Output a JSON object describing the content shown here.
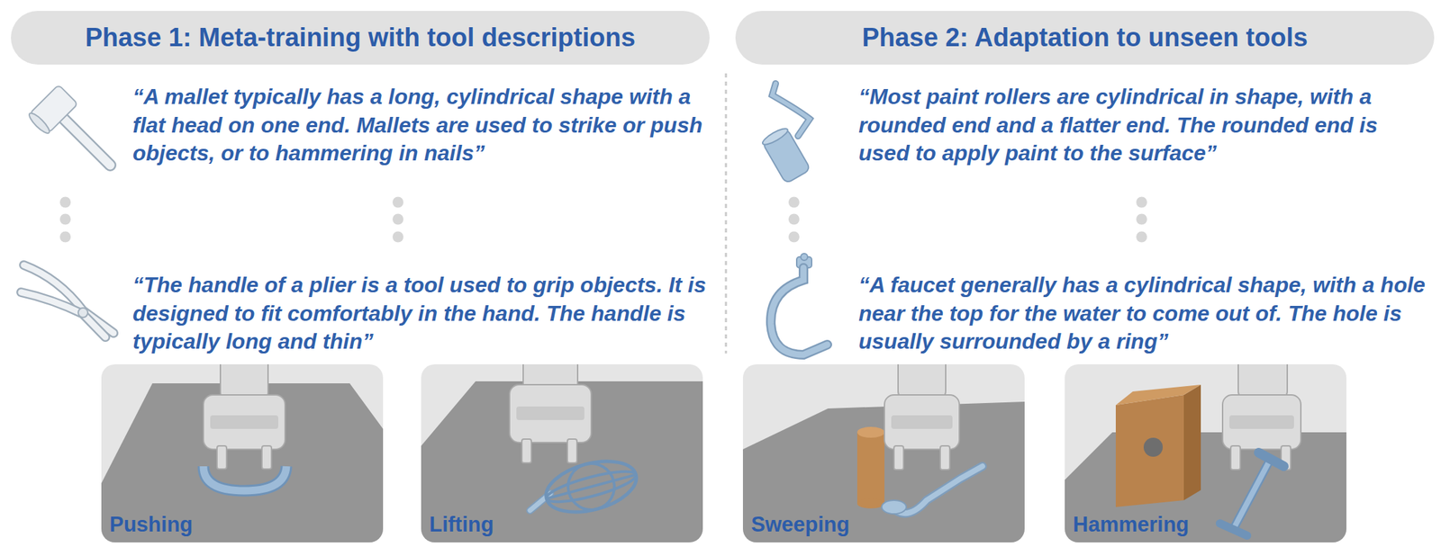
{
  "diagram": {
    "nodes": [
      {
        "text": [
          "Phase 1: Meta-training with tool descriptions"
        ]
      },
      {
        "text": [
          "Phase 2: Adaptation to unseen tools"
        ]
      },
      {
        "text": [
          "Pushing"
        ]
      },
      {
        "text": [
          "Lifting"
        ]
      },
      {
        "text": [
          "Sweeping"
        ]
      },
      {
        "text": [
          "Hammering"
        ]
      }
    ],
    "labels": [
      "“A mallet typically has a long, cylindrical shape with a flat head on one end. Mallets are used to strike or push objects, or to hammering in nails”",
      "“The handle of a plier is a tool used to grip objects. It is designed to fit comfortably in the hand. The handle is typically long and thin”",
      "“Most paint rollers are cylindrical in shape, with a rounded end and a flatter end. The rounded end is used to apply paint to the surface”",
      "“A faucet generally has a cylindrical shape, with a hole near the top for the water to come out of. The hole is usually surrounded by a ring”"
    ]
  }
}
